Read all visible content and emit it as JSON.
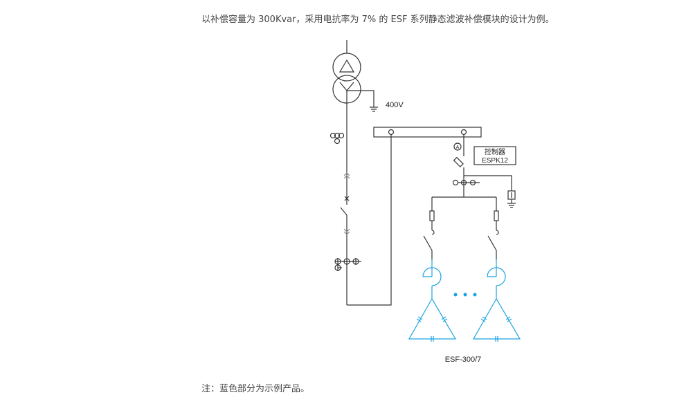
{
  "intro": "以补偿容量为 300Kvar，采用电抗率为 7% 的 ESF 系列静态滤波补偿模块的设计为例。",
  "note": "注：蓝色部分为示例产品。",
  "diagram": {
    "voltage_label": "400V",
    "ammeter_label": "A",
    "controller_title": "控制器",
    "controller_model": "ESPK12",
    "module_label": "ESF-300/7",
    "colors": {
      "line": "#333333",
      "product": "#1aa3e0"
    }
  }
}
